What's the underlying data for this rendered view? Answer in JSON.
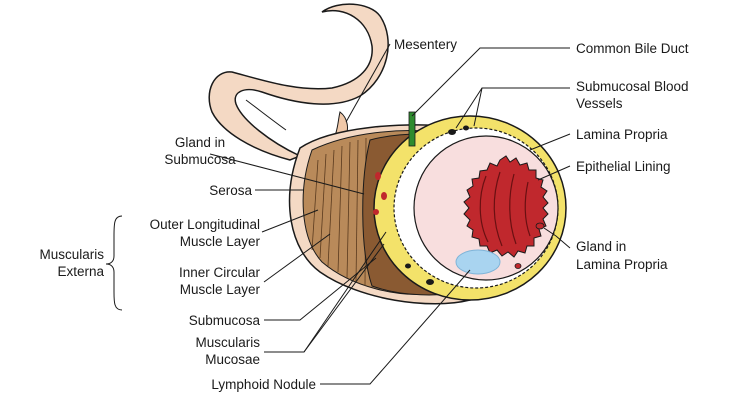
{
  "labels": {
    "mesentery": "Mesentery",
    "common_bile_duct": "Common Bile Duct",
    "submucosal_blood_vessels_1": "Submucosal Blood",
    "submucosal_blood_vessels_2": "Vessels",
    "lamina_propria": "Lamina Propria",
    "epithelial_lining": "Epithelial Lining",
    "gland_in_lamina_propria_1": "Gland in",
    "gland_in_lamina_propria_2": "Lamina Propria",
    "gland_in_submucosa_1": "Gland in",
    "gland_in_submucosa_2": "Submucosa",
    "serosa": "Serosa",
    "outer_longitudinal_1": "Outer Longitudinal",
    "outer_longitudinal_2": "Muscle Layer",
    "inner_circular_1": "Inner Circular",
    "inner_circular_2": "Muscle Layer",
    "muscularis_externa_1": "Muscularis",
    "muscularis_externa_2": "Externa",
    "submucosa": "Submucosa",
    "muscularis_mucosae_1": "Muscularis",
    "muscularis_mucosae_2": "Mucosae",
    "lymphoid_nodule": "Lymphoid Nodule"
  },
  "colors": {
    "serosa": "#f4d9c4",
    "muscle_brown": "#b98a5a",
    "submucosa_yellow": "#f3e26a",
    "lamina_propria_pink": "#f8dede",
    "lumen_red": "#c0282d",
    "bile_duct_green": "#2e8b2e",
    "lymphoid_blue": "#a9d4f0",
    "outline": "#1a1a1a"
  }
}
